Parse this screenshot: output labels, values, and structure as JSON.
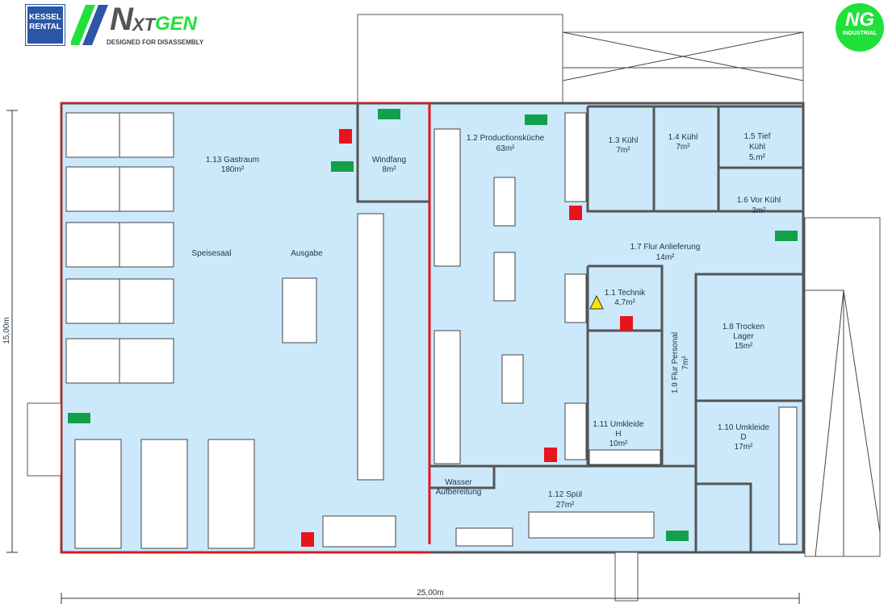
{
  "logos": {
    "kessel": [
      "KESSEL",
      "RENTAL"
    ],
    "nxtgen": {
      "brand_a": "N",
      "brand_b": "XT",
      "brand_c": "GEN",
      "tagline": "DESIGNED FOR DISASSEMBLY"
    },
    "ng": {
      "main": "NG",
      "sub": "INDUSTRIAL"
    }
  },
  "dimensions": {
    "height": "15,00m",
    "width": "25,00m"
  },
  "rooms": {
    "gastraum": {
      "name": "1.13 Gastraum",
      "area": "180m²"
    },
    "speisesaal": {
      "name": "Speisesaal"
    },
    "ausgabe": {
      "name": "Ausgabe"
    },
    "windfang": {
      "name": "Windfang",
      "area": "8m²"
    },
    "production": {
      "name": "1.2 Productionsküche",
      "area": "63m²"
    },
    "kuehl13": {
      "name": "1.3 Kühl",
      "area": "7m²"
    },
    "kuehl14": {
      "name": "1.4 Kühl",
      "area": "7m²"
    },
    "tiefkuehl": {
      "name1": "1.5 Tief",
      "name2": "Kühl",
      "area": "5,m²"
    },
    "vorkuehl": {
      "name": "1.6 Vor Kühl",
      "area": "3m²"
    },
    "flur_anl": {
      "name": "1.7 Flur Anlieferung",
      "area": "14m²"
    },
    "technik": {
      "name": "1.1 Technik",
      "area": "4,7m²"
    },
    "trocken": {
      "name1": "1.8 Trocken",
      "name2": "Lager",
      "area": "15m²"
    },
    "flur_pers": {
      "name": "1.9 Flur Personal",
      "area": "7m²"
    },
    "umkleide_h": {
      "name": "1.11 Umkleide",
      "sub": "H",
      "area": "10m²"
    },
    "umkleide_d": {
      "name": "1.10 Umkleide",
      "sub": "D",
      "area": "17m²"
    },
    "wasser": {
      "name1": "Wasser",
      "name2": "Aufbereitung"
    },
    "spuel": {
      "name": "1.12 Spül",
      "area": "27m²"
    }
  },
  "colors": {
    "floor": "#cce9fb",
    "fire": "#e8141c",
    "exit": "#12a04a",
    "ng": "#22e03a",
    "kessel": "#2b56a6"
  }
}
